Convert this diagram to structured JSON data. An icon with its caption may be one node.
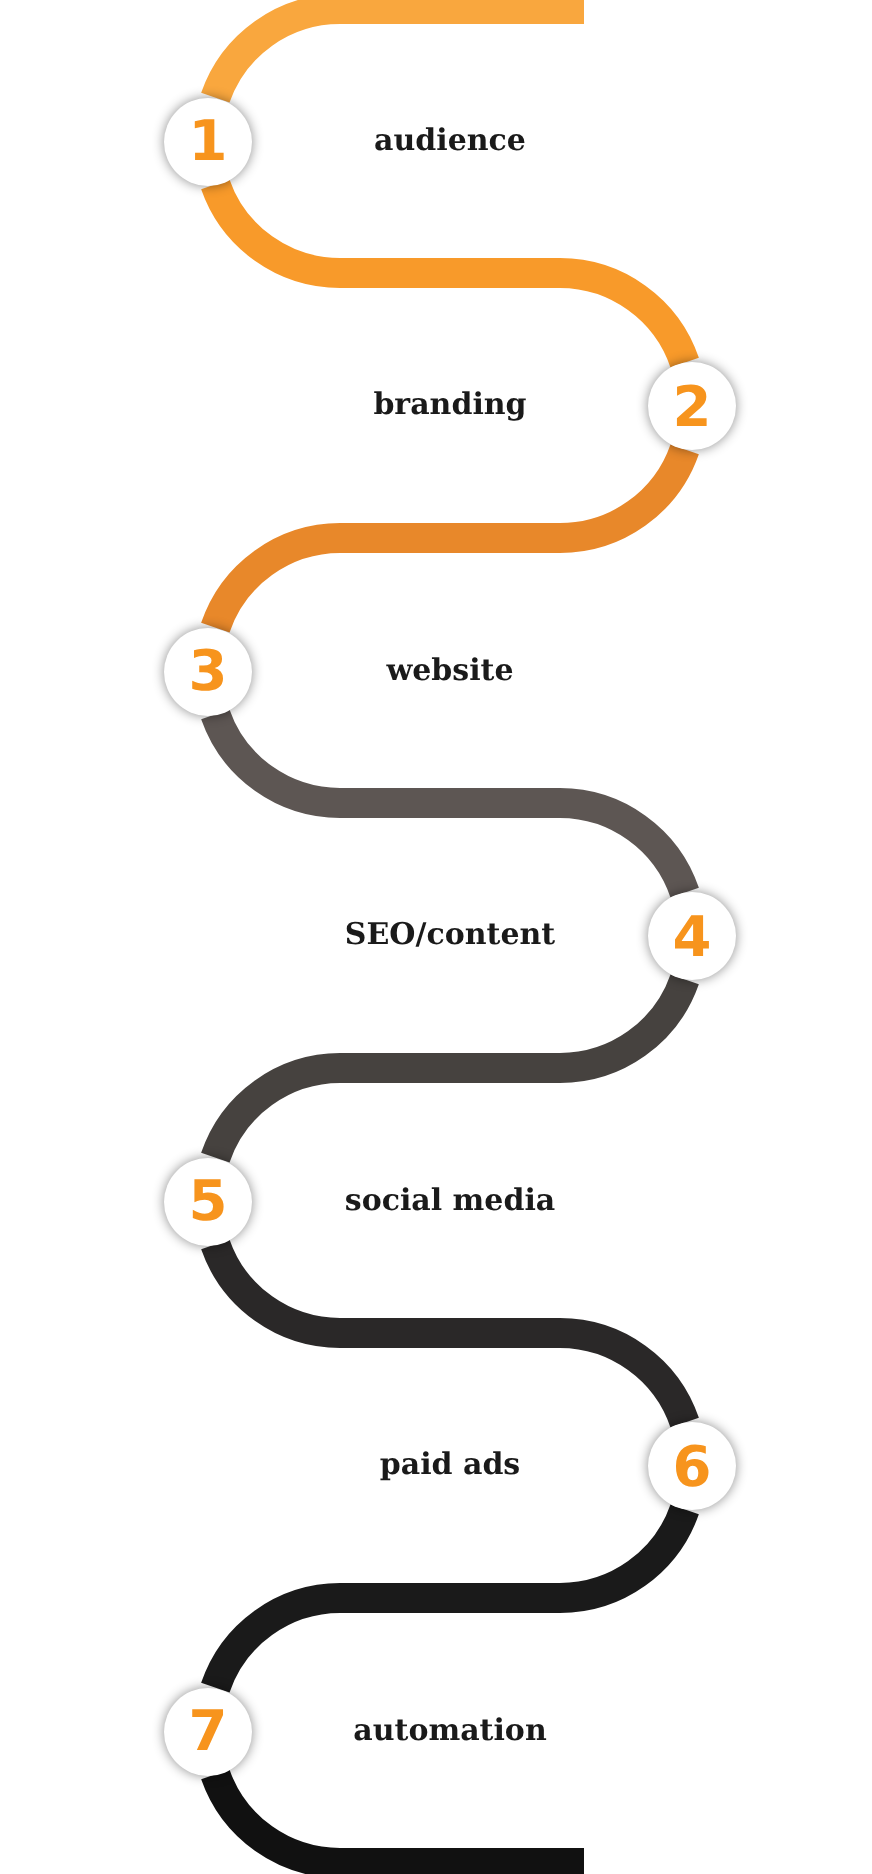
{
  "diagram": {
    "nodes": [
      {
        "text": [
          "1"
        ]
      },
      {
        "text": [
          "2"
        ]
      },
      {
        "text": [
          "3"
        ]
      },
      {
        "text": [
          "4"
        ]
      },
      {
        "text": [
          "5"
        ]
      },
      {
        "text": [
          "6"
        ]
      },
      {
        "text": [
          "7"
        ]
      }
    ],
    "edges": [
      {
        "from": null,
        "to": 0,
        "arrow": "none",
        "color": "#f9a73e"
      },
      {
        "from": 0,
        "to": 1,
        "arrow": "none",
        "color": "#f89a2a"
      },
      {
        "from": 1,
        "to": 2,
        "arrow": "none",
        "color": "#e8882a"
      },
      {
        "from": 2,
        "to": 3,
        "arrow": "none",
        "color": "#5d5653"
      },
      {
        "from": 3,
        "to": 4,
        "arrow": "none",
        "color": "#46423f"
      },
      {
        "from": 4,
        "to": 5,
        "arrow": "none",
        "color": "#2a2828"
      },
      {
        "from": 5,
        "to": 6,
        "arrow": "none",
        "color": "#1a1a1a"
      },
      {
        "from": 6,
        "to": null,
        "arrow": "none",
        "color": "#111111"
      }
    ],
    "labels": [
      "audience",
      "branding",
      "website",
      "SEO/content",
      "social media",
      "paid ads",
      "automation"
    ]
  }
}
